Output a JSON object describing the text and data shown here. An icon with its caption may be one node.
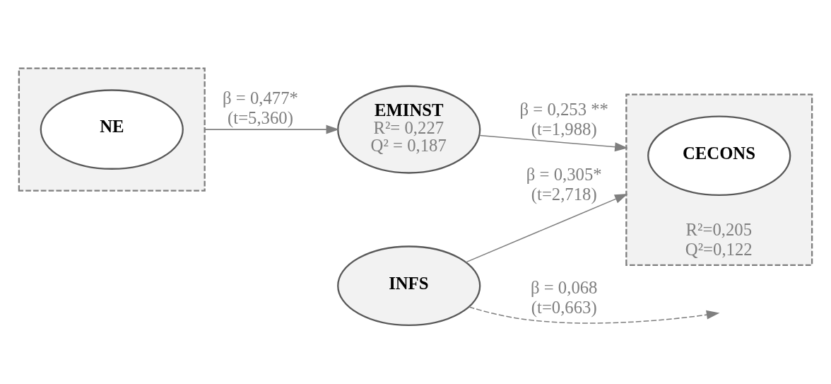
{
  "diagram": {
    "nodes": [
      {
        "text": [],
        "shape": "box"
      },
      {
        "text": [
          "NE"
        ],
        "in": 0
      },
      {
        "text": [
          "EMINST",
          "R²= 0,227",
          "Q² = 0,187"
        ]
      },
      {
        "text": [
          "R²=0,205",
          "Q²=0,122"
        ]
      },
      {
        "text": [
          "CECONS"
        ],
        "in": 3
      },
      {
        "text": [
          "INFS"
        ]
      }
    ],
    "edges": [
      {
        "from": 0,
        "to": 2,
        "arrow": "to",
        "label": "β = 0,477* (t=5,360)"
      },
      {
        "from": 2,
        "to": 3,
        "arrow": "to",
        "label": "β = 0,253 ** (t=1,988)"
      },
      {
        "from": 5,
        "to": null,
        "arrow": "to",
        "style": "dashed",
        "label": "β = 0,068 (t=0,663)"
      },
      {
        "from": 5,
        "to": 3,
        "arrow": "to",
        "label": "β = 0,305* (t=2,718)"
      }
    ]
  }
}
